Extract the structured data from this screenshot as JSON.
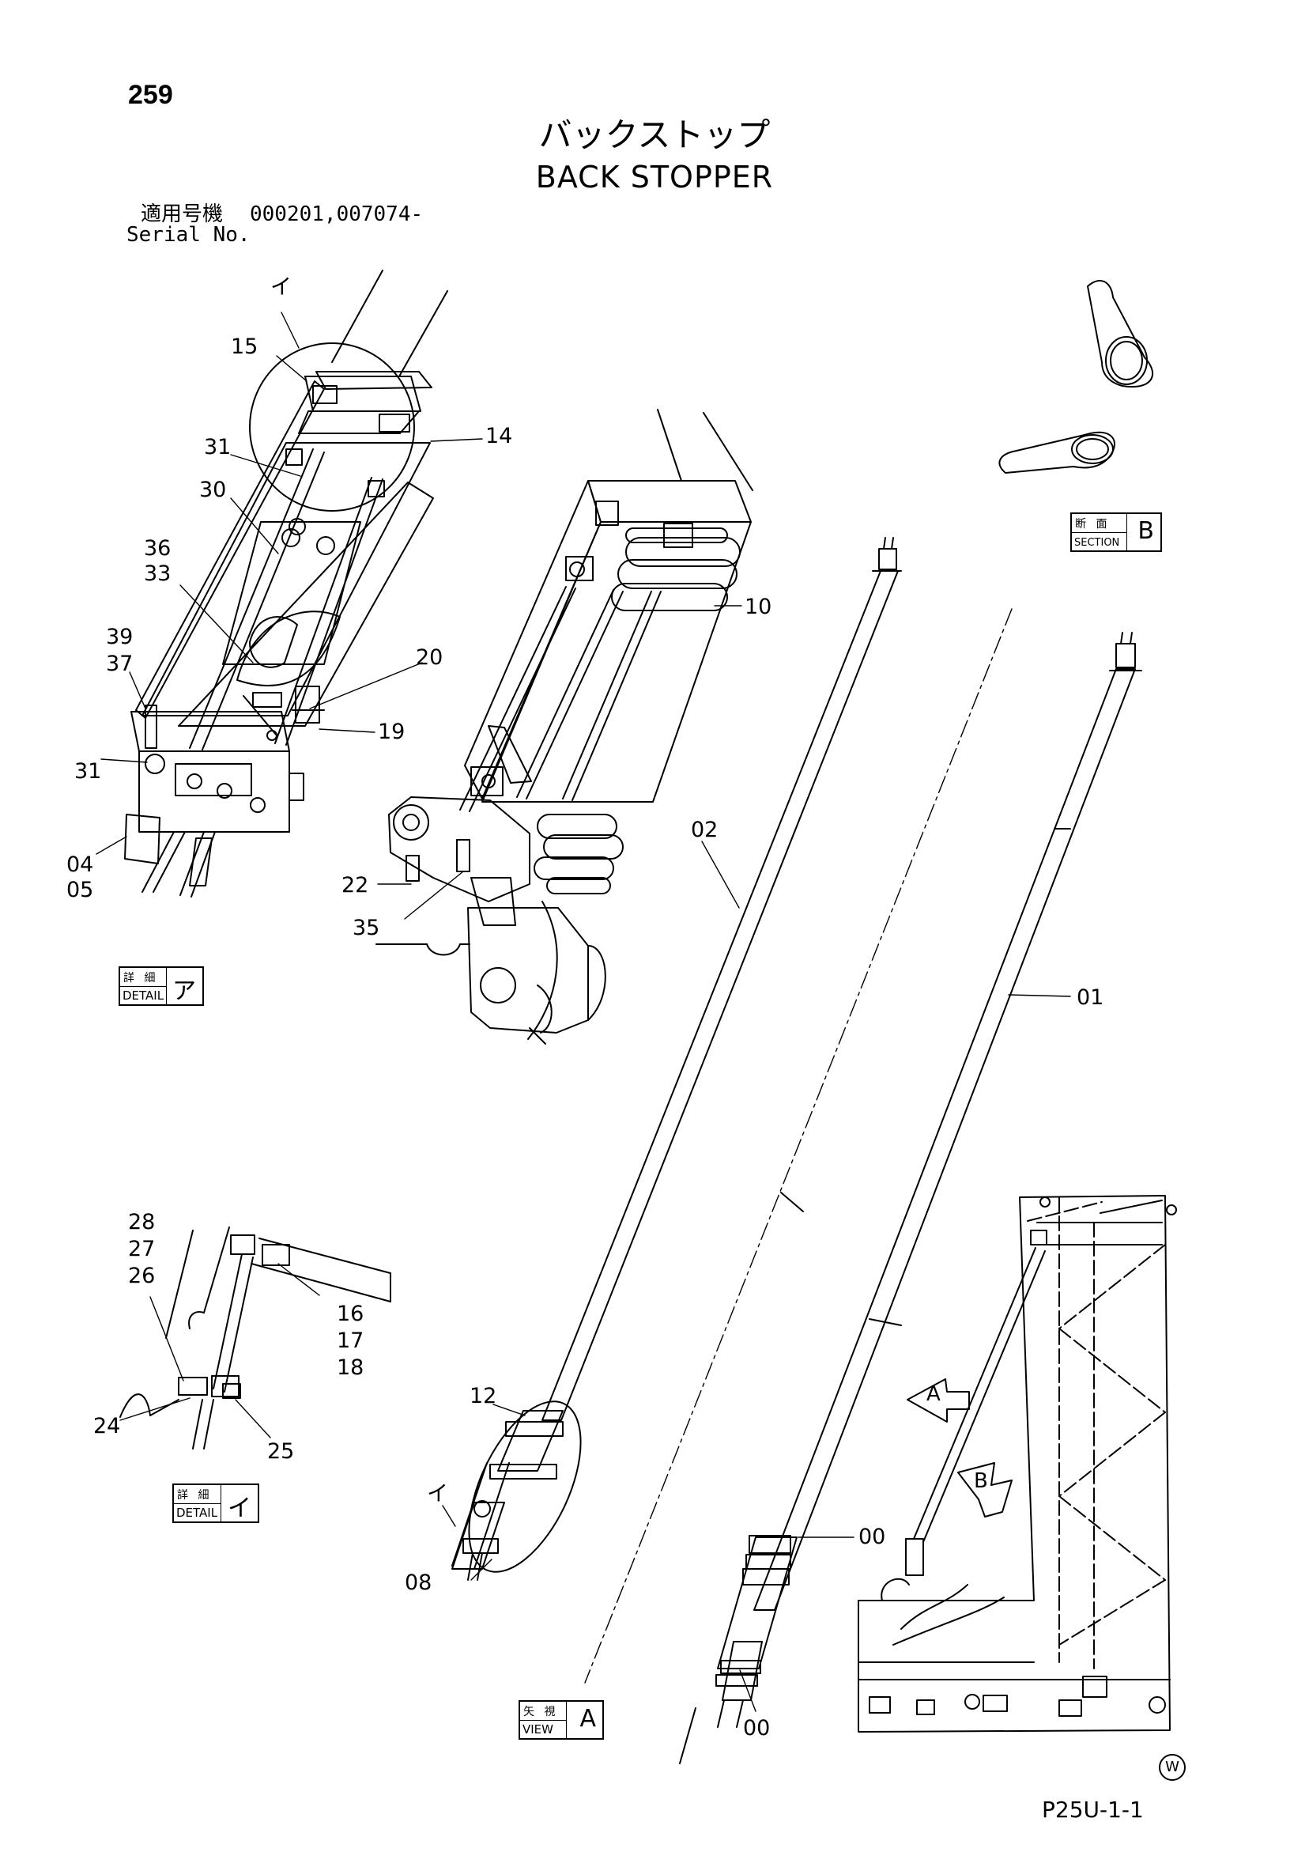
{
  "header": {
    "page_number": "259",
    "title_jp": "バックストップ",
    "title_en": "BACK STOPPER",
    "serial_label_jp": "適用号機",
    "serial_values": "000201,007074-",
    "serial_label_en": "Serial No."
  },
  "labels": {
    "detail_a": {
      "jp": "詳 細",
      "en": "DETAIL",
      "key": "ア"
    },
    "detail_i": {
      "jp": "詳 細",
      "en": "DETAIL",
      "key": "イ"
    },
    "section_b": {
      "jp": "断 面",
      "en": "SECTION",
      "key": "B"
    },
    "view_a": {
      "jp": "矢 視",
      "en": "VIEW",
      "key": "A"
    }
  },
  "view_markers": {
    "a": "A",
    "b": "B"
  },
  "callouts": {
    "i_top": "イ",
    "c15": "15",
    "c14": "14",
    "c31a": "31",
    "c30": "30",
    "c36": "36",
    "c33": "33",
    "c39": "39",
    "c37": "37",
    "c31b": "31",
    "c04": "04",
    "c05": "05",
    "c20": "20",
    "c19": "19",
    "c10": "10",
    "c22": "22",
    "c35": "35",
    "c02": "02",
    "c01": "01",
    "c28": "28",
    "c27": "27",
    "c26": "26",
    "c16": "16",
    "c17": "17",
    "c18": "18",
    "c24": "24",
    "c25": "25",
    "c12": "12",
    "i_mid": "イ",
    "c08": "08",
    "c00a": "00",
    "c00b": "00"
  },
  "footer": {
    "sheet_code": "P25U-1-1",
    "watermark": "W"
  }
}
